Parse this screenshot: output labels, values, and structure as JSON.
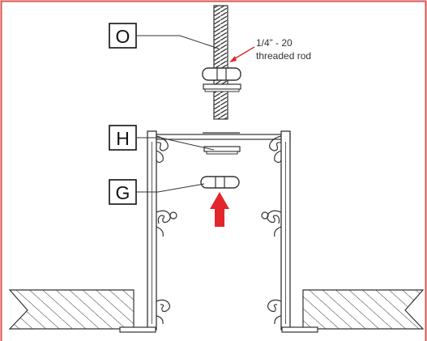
{
  "frame_color": "#d9534f",
  "accent_color": "#e3262c",
  "line_color": "#333333",
  "labels": {
    "o": "O",
    "h": "H",
    "g": "G"
  },
  "rod_annotation": {
    "line1": "1/4” - 20",
    "line2": "threaded rod"
  }
}
